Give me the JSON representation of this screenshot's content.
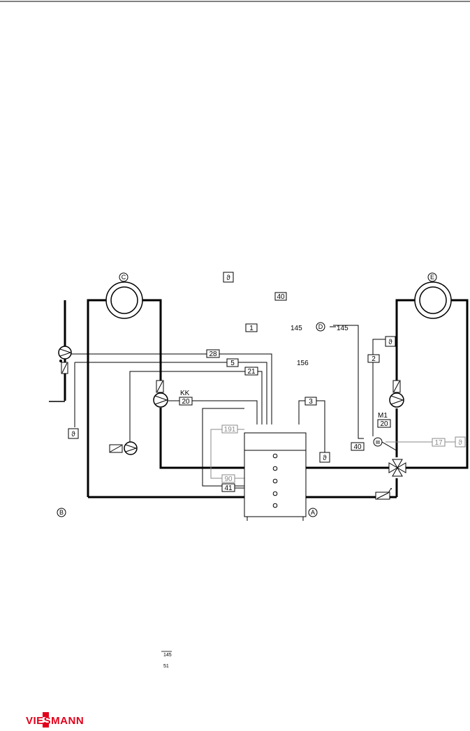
{
  "diagram": {
    "circle_labels": [
      "C",
      "E",
      "D",
      "B",
      "A"
    ],
    "boxed_labels": {
      "b40_top": "40",
      "b1": "1",
      "b28": "28",
      "b5": "5",
      "b21": "21",
      "b20_kk": "20",
      "b3": "3",
      "b2": "2",
      "b20_m1": "20",
      "b40_right": "40",
      "b191": "191",
      "b90": "90",
      "b41": "41",
      "b17": "17"
    },
    "text_labels": {
      "n145a": "145",
      "n145b": "145",
      "n156": "156",
      "kk": "KK",
      "m1": "M1"
    },
    "footer_small": [
      "145",
      "51"
    ]
  },
  "brand": {
    "logo_text": "VIESMANN",
    "logo_color": "#e2001a"
  }
}
